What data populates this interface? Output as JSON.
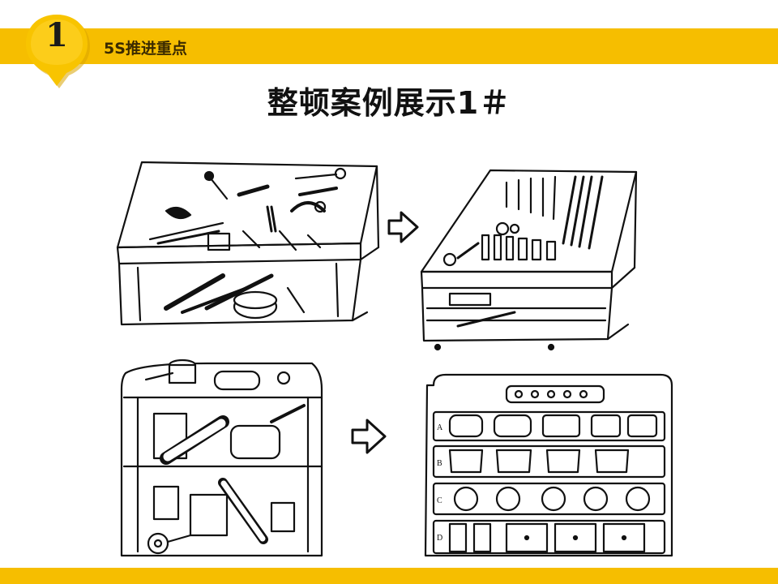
{
  "header": {
    "badge_number": "1",
    "section_title": "5S推进重点"
  },
  "slide": {
    "title": "整顿案例展示1＃"
  },
  "colors": {
    "accent_band": "#f6be00",
    "badge_shadow": "#d9a400"
  },
  "illustration": {
    "shelf_labels": [
      "A",
      "B",
      "C",
      "D"
    ]
  }
}
